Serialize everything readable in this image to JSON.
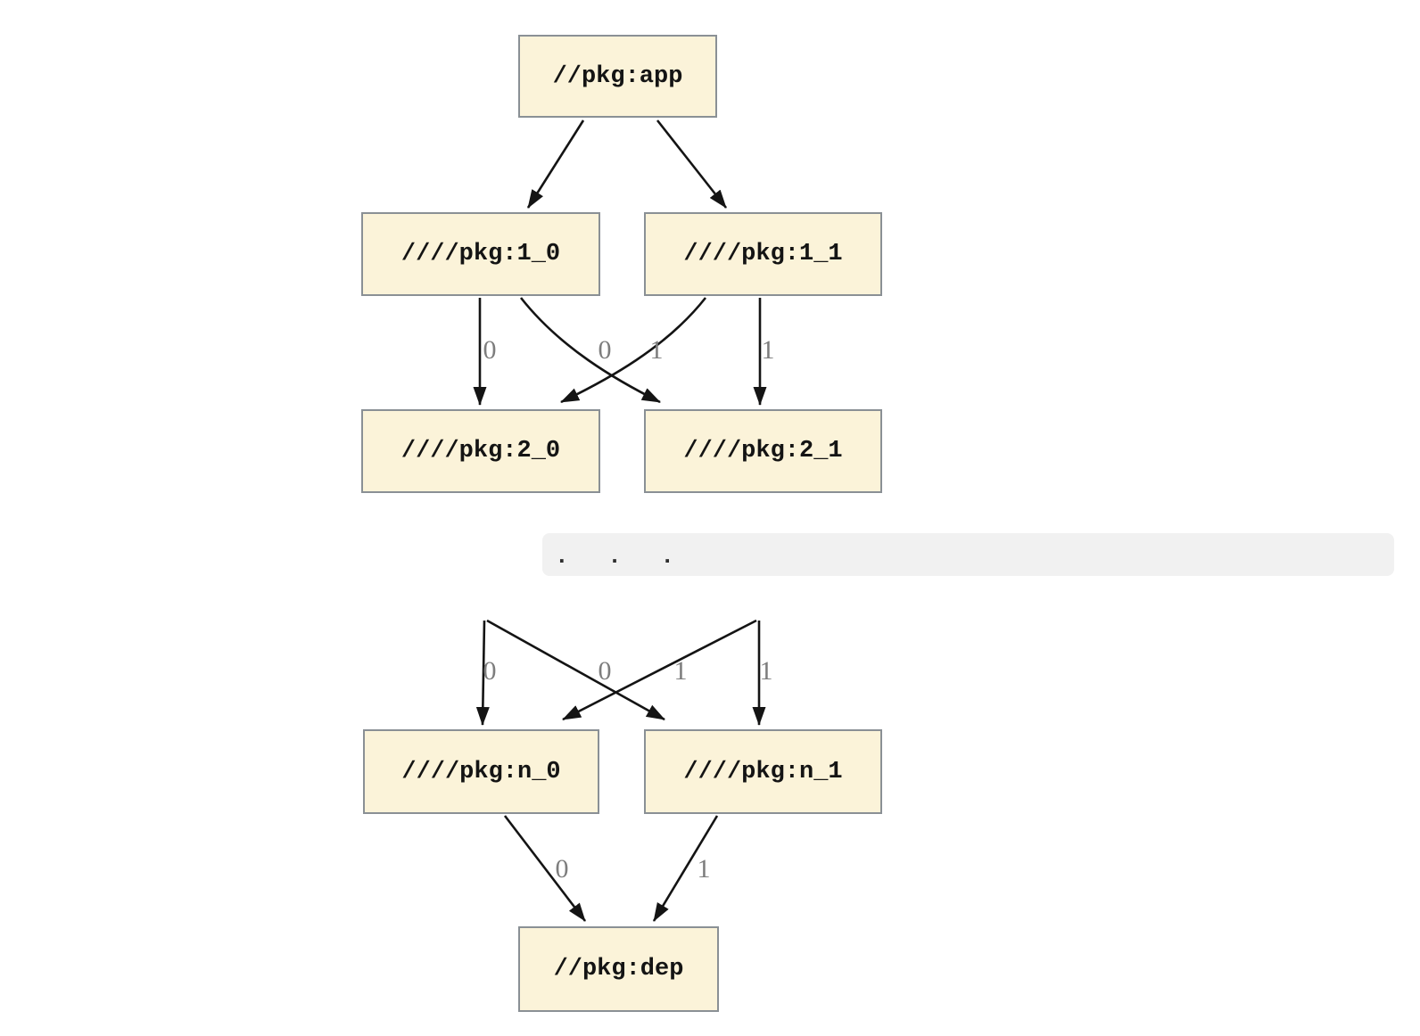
{
  "diagram": {
    "type": "dependency-graph",
    "nodes": [
      {
        "label": "//pkg:app"
      },
      {
        "label": "////pkg:1_0"
      },
      {
        "label": "////pkg:1_1"
      },
      {
        "label": "////pkg:2_0"
      },
      {
        "label": "////pkg:2_1"
      },
      {
        "label": "////pkg:n_0"
      },
      {
        "label": "////pkg:n_1"
      },
      {
        "label": "//pkg:dep"
      }
    ],
    "edges": [
      {
        "from": "//pkg:app",
        "to": "////pkg:1_0",
        "label": ""
      },
      {
        "from": "//pkg:app",
        "to": "////pkg:1_1",
        "label": ""
      },
      {
        "from": "////pkg:1_0",
        "to": "////pkg:2_0",
        "label": "0"
      },
      {
        "from": "////pkg:1_0",
        "to": "////pkg:2_1",
        "label": "1"
      },
      {
        "from": "////pkg:1_1",
        "to": "////pkg:2_0",
        "label": "0"
      },
      {
        "from": "////pkg:1_1",
        "to": "////pkg:2_1",
        "label": "1"
      },
      {
        "from": "",
        "to": "////pkg:n_0",
        "label": "0"
      },
      {
        "from": "",
        "to": "////pkg:n_1",
        "label": "1"
      },
      {
        "from": "",
        "to": "////pkg:n_0",
        "label": "0"
      },
      {
        "from": "",
        "to": "////pkg:n_1",
        "label": "1"
      },
      {
        "from": "////pkg:n_0",
        "to": "//pkg:dep",
        "label": "0"
      },
      {
        "from": "////pkg:n_1",
        "to": "//pkg:dep",
        "label": "1"
      }
    ],
    "ellipsis": ". . .",
    "colors": {
      "node_fill": "#FBF3D9",
      "node_border": "#8A9095",
      "edge": "#141414",
      "edge_label": "#7D7D7D",
      "ellipsis_bg": "#F1F1F1"
    }
  }
}
